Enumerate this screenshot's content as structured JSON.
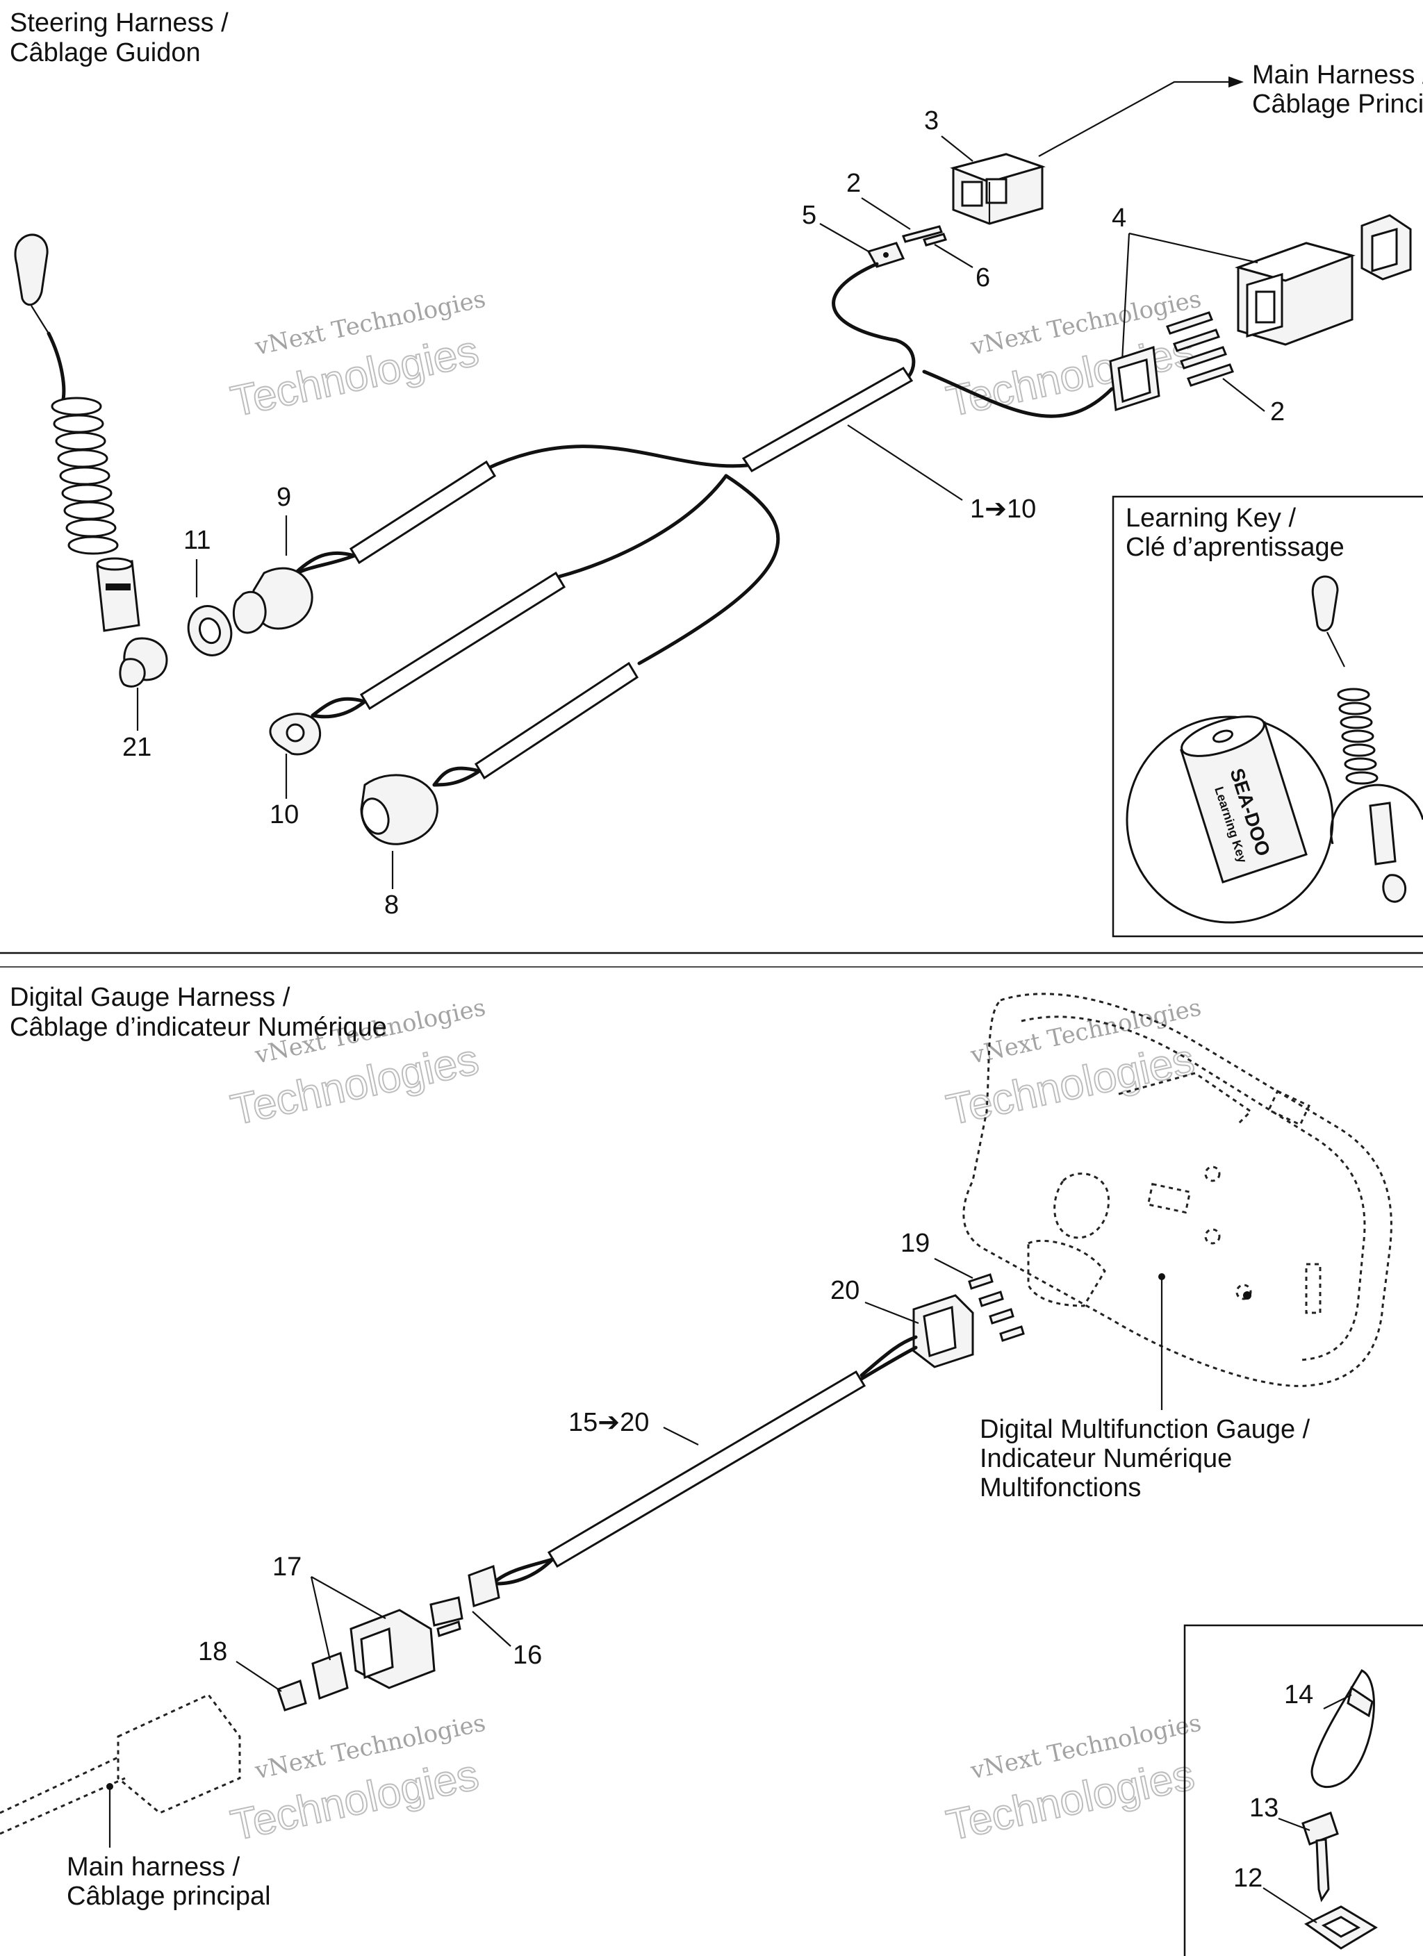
{
  "sections": {
    "steering": {
      "title_line1": "Steering Harness /",
      "title_line2": "Câblage Guidon"
    },
    "gauge": {
      "title_line1": "Digital Gauge Harness /",
      "title_line2": "Câblage d’indicateur Numérique"
    }
  },
  "callouts": {
    "main_harness_top_line1": "Main Harness /",
    "main_harness_top_line2": "Câblage Principal",
    "learning_key_line1": "Learning Key /",
    "learning_key_line2": "Clé d’aprentissage",
    "gauge_line1": "Digital Multifunction Gauge /",
    "gauge_line2": "Indicateur Numérique",
    "gauge_line3": "Multifonctions",
    "main_harness_bottom_line1": "Main harness /",
    "main_harness_bottom_line2": "Câblage principal"
  },
  "learning_key_tag": {
    "brand": "SEA-DOO",
    "text": "Learning Key"
  },
  "part_numbers": {
    "p1_10": "1➔10",
    "p2a": "2",
    "p2b": "2",
    "p3": "3",
    "p4": "4",
    "p5": "5",
    "p6": "6",
    "p8": "8",
    "p9": "9",
    "p10": "10",
    "p11": "11",
    "p12": "12",
    "p13": "13",
    "p14": "14",
    "p15_20": "15➔20",
    "p16": "16",
    "p17": "17",
    "p18": "18",
    "p19": "19",
    "p20": "20",
    "p21": "21"
  },
  "watermark": {
    "line1": "vNext Technologies",
    "line2": "Technologies"
  },
  "colors": {
    "ink": "#111111",
    "watermark": "#9a9a9a"
  }
}
